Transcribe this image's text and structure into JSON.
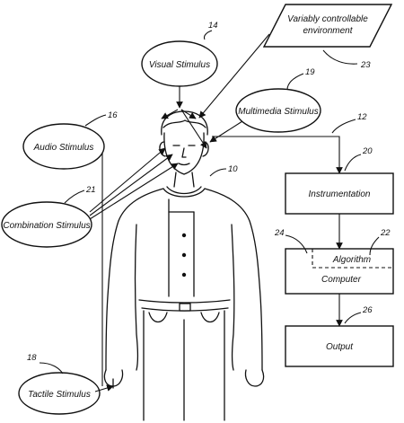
{
  "stimuli": {
    "visual": "Visual Stimulus",
    "audio": "Audio Stimulus",
    "multimedia": "Multimedia Stimulus",
    "combination": "Combination Stimulus",
    "tactile": "Tactile Stimulus"
  },
  "environment": {
    "line1": "Variably controllable",
    "line2": "environment"
  },
  "blocks": {
    "instrumentation": "Instrumentation",
    "algorithm": "Algorithm",
    "computer": "Computer",
    "output": "Output"
  },
  "refs": {
    "subject": "10",
    "link": "12",
    "visual": "14",
    "audio": "16",
    "tactile": "18",
    "multimedia": "19",
    "instrumentation": "20",
    "combination": "21",
    "algorithm": "22",
    "environment": "23",
    "computer": "24",
    "output": "26"
  }
}
